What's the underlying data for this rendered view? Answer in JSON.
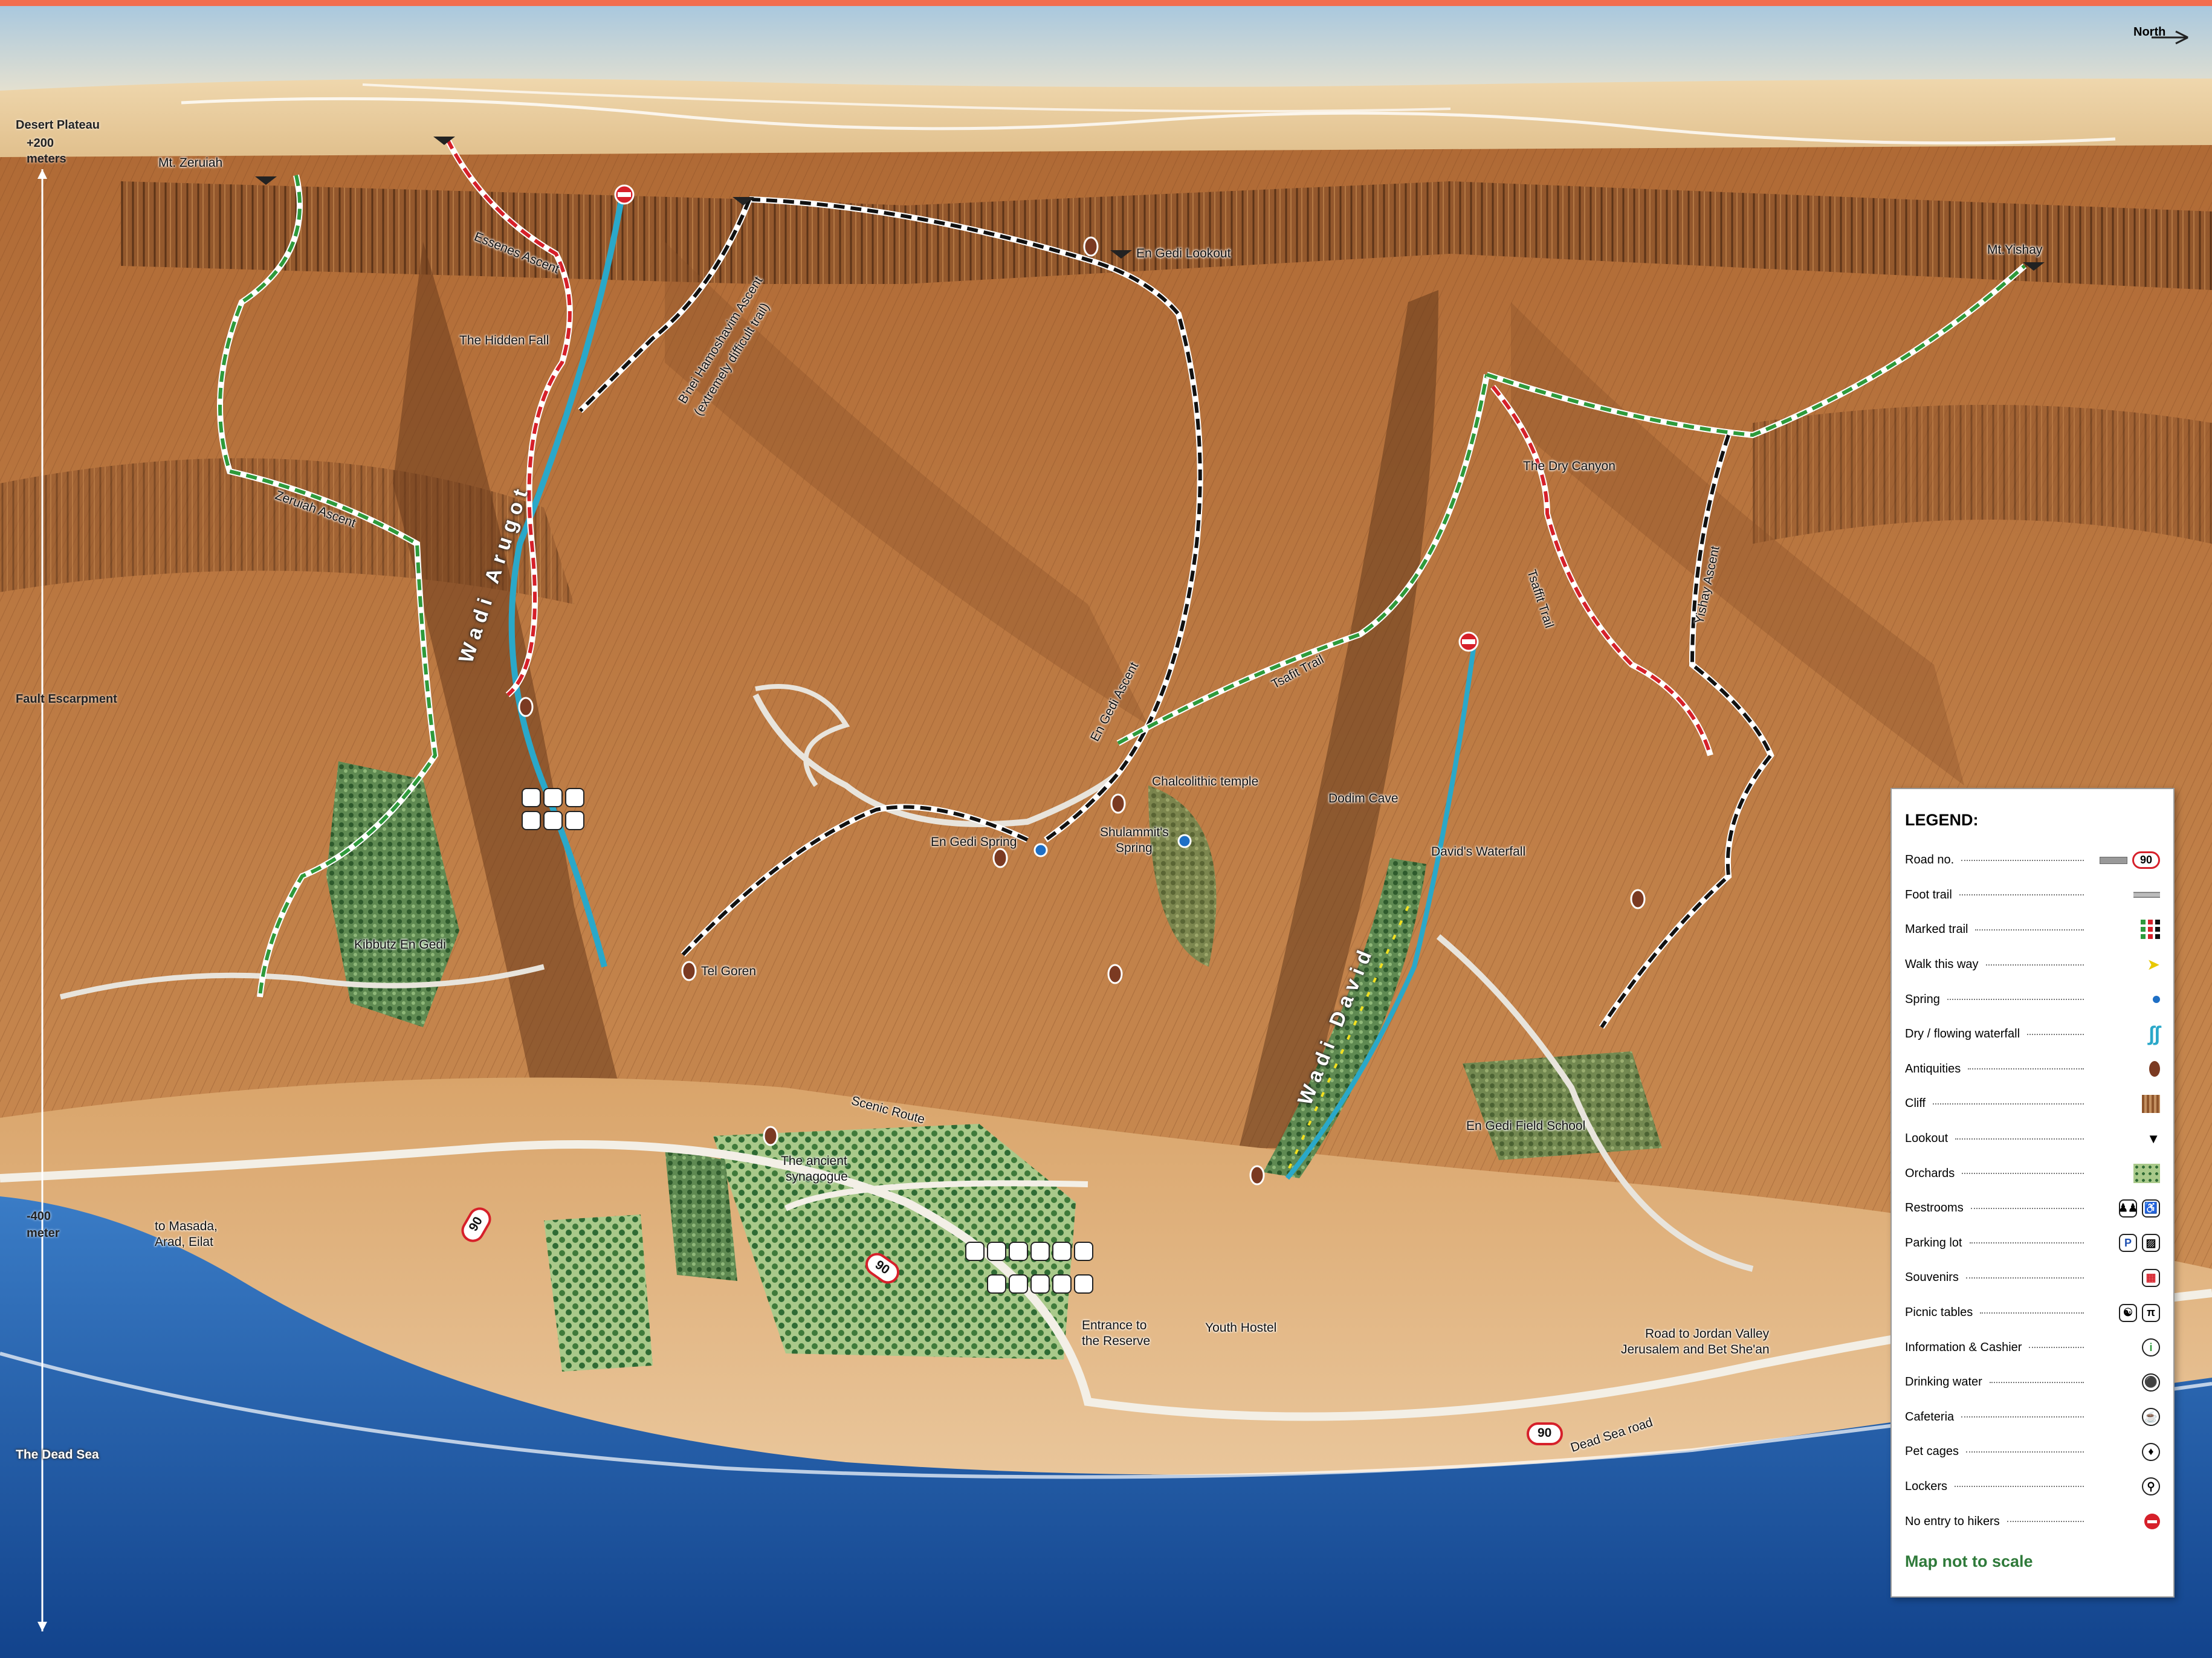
{
  "compass": {
    "north": "North"
  },
  "side_scale": {
    "plateau": "Desert Plateau",
    "plus200": "+200",
    "meters": "meters",
    "fault": "Fault Escarpment",
    "minus400": "-400",
    "meter": "meter",
    "dead_sea": "The Dead Sea"
  },
  "labels": {
    "mt_zeruiah": "Mt. Zeruiah",
    "essenes_ascent": "Essenes Ascent",
    "hidden_fall": "The Hidden Fall",
    "bnei_ascent_1": "B'nei Hamoshavim Ascent",
    "bnei_ascent_2": "(extremely difficult trail)",
    "en_gedi_lookout": "En Gedi Lookout",
    "mt_yishay": "Mt.Yishay",
    "dry_canyon": "The Dry Canyon",
    "zeruiah_ascent": "Zeruiah Ascent",
    "wadi_arugot": "Wadi Arugot",
    "tsafit_trail": "Tsafit Trail",
    "tsafit_trail_2": "Tsaffit Trail",
    "yishay_ascent": "Yishay Ascent",
    "en_gedi_ascent": "En Gedi Ascent",
    "chalcolithic": "Chalcolithic temple",
    "dodim_cave": "Dodim Cave",
    "en_gedi_spring": "En Gedi Spring",
    "shulamit_1": "Shulammit's",
    "shulamit_2": "Spring",
    "davids_waterfall": "David's Waterfall",
    "kibbutz": "Kibbutz En Gedi",
    "tel_goren": "Tel Goren",
    "wadi_david": "Wadi David",
    "scenic_route": "Scenic Route",
    "synagogue_1": "The ancient",
    "synagogue_2": "synagogue",
    "field_school": "En Gedi Field School",
    "to_masada_1": "to Masada,",
    "to_masada_2": "Arad, Eilat",
    "road_90": "90",
    "entrance_1": "Entrance to",
    "entrance_2": "the Reserve",
    "youth_hostel": "Youth Hostel",
    "jordan_1": "Road to Jordan Valley",
    "jordan_2": "Jerusalem and Bet She'an",
    "dead_sea_road": "Dead Sea road"
  },
  "legend": {
    "title": "LEGEND:",
    "items": [
      {
        "label": "Road no.",
        "icon": "road-icon"
      },
      {
        "label": "Foot trail",
        "icon": "foot-trail-icon"
      },
      {
        "label": "Marked trail",
        "icon": "marked-trail-icon"
      },
      {
        "label": "Walk this way",
        "icon": "arrow-icon"
      },
      {
        "label": "Spring",
        "icon": "spring-icon"
      },
      {
        "label": "Dry / flowing waterfall",
        "icon": "waterfall-icon"
      },
      {
        "label": "Antiquities",
        "icon": "antiquities-icon"
      },
      {
        "label": "Cliff",
        "icon": "cliff-icon"
      },
      {
        "label": "Lookout",
        "icon": "lookout-icon"
      },
      {
        "label": "Orchards",
        "icon": "orchard-icon"
      },
      {
        "label": "Restrooms",
        "icon": "restroom-icon"
      },
      {
        "label": "Parking lot",
        "icon": "parking-icon"
      },
      {
        "label": "Souvenirs",
        "icon": "souvenir-icon"
      },
      {
        "label": "Picnic tables",
        "icon": "picnic-icon"
      },
      {
        "label": "Information & Cashier",
        "icon": "info-icon"
      },
      {
        "label": "Drinking water",
        "icon": "water-icon"
      },
      {
        "label": "Cafeteria",
        "icon": "cafeteria-icon"
      },
      {
        "label": "Pet cages",
        "icon": "pet-icon"
      },
      {
        "label": "Lockers",
        "icon": "locker-icon"
      },
      {
        "label": "No entry to hikers",
        "icon": "no-entry-icon"
      }
    ],
    "road_badge": "90",
    "scale_note": "Map not to scale"
  },
  "colors": {
    "sea": "#1f5fb0",
    "sand": "#e2b983",
    "cliff": "#b9773f",
    "sky": "#bcd6e6",
    "trail_red": "#d6202a",
    "trail_green": "#2e9a3b",
    "trail_black": "#111111",
    "title_bar": "#f26d4f"
  }
}
